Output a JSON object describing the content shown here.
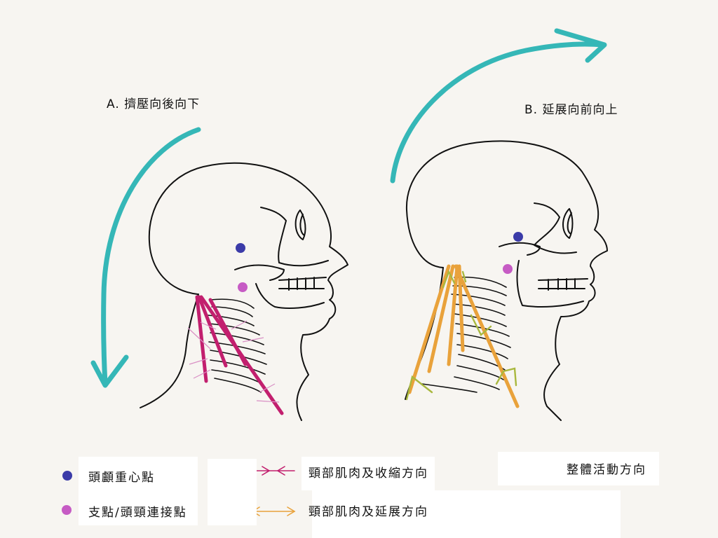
{
  "panels": {
    "a": {
      "caption": "A. 擠壓向後向下"
    },
    "b": {
      "caption": "B. 延展向前向上"
    }
  },
  "legend": {
    "center_of_gravity": {
      "label": "頭顱重心點",
      "color": "#3b3ba8"
    },
    "pivot_point": {
      "label": "支點/頭頸連接點",
      "color": "#c65bc4"
    },
    "muscle_contraction": {
      "label": "頸部肌肉及收縮方向",
      "color": "#c21f6e"
    },
    "muscle_extension": {
      "label": "頸部肌肉及延展方向",
      "color": "#e9a23b"
    },
    "overall_movement": {
      "label": "整體活動方向",
      "color": "#35b7b7"
    }
  },
  "colors": {
    "outline": "#111111",
    "minor_fibers_contraction": "#d98fc4",
    "minor_fibers_extension": "#a9b83e",
    "background": "#f7f5f1"
  }
}
